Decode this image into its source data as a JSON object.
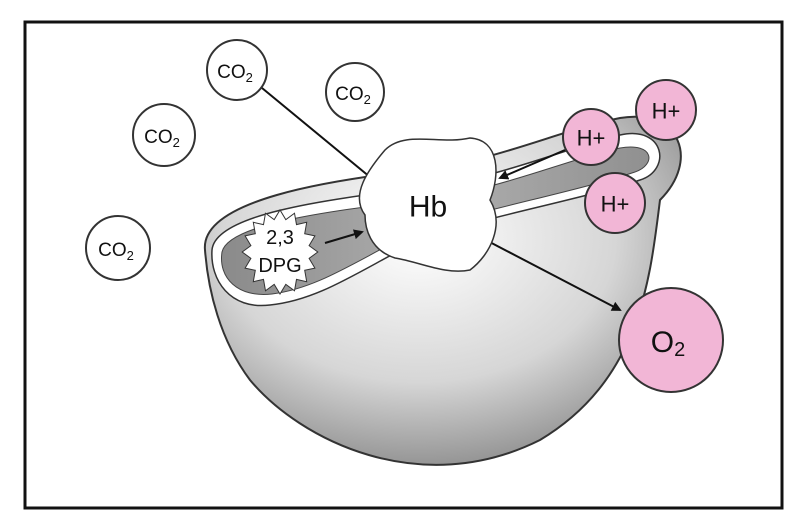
{
  "diagram": {
    "co2_molecules": [
      {
        "label": "CO",
        "sub": "2"
      },
      {
        "label": "CO",
        "sub": "2"
      },
      {
        "label": "CO",
        "sub": "2"
      },
      {
        "label": "CO",
        "sub": "2"
      }
    ],
    "hydrogen_ions": [
      {
        "label": "H+"
      },
      {
        "label": "H+"
      },
      {
        "label": "H+"
      }
    ],
    "hemoglobin": {
      "label": "Hb"
    },
    "dpg": {
      "line1": "2,3",
      "line2": "DPG"
    },
    "oxygen": {
      "label": "O",
      "sub": "2"
    },
    "colors": {
      "pink": "#f2b6d6",
      "outline": "#222222",
      "cell_shade": "#8a8a8a"
    }
  }
}
